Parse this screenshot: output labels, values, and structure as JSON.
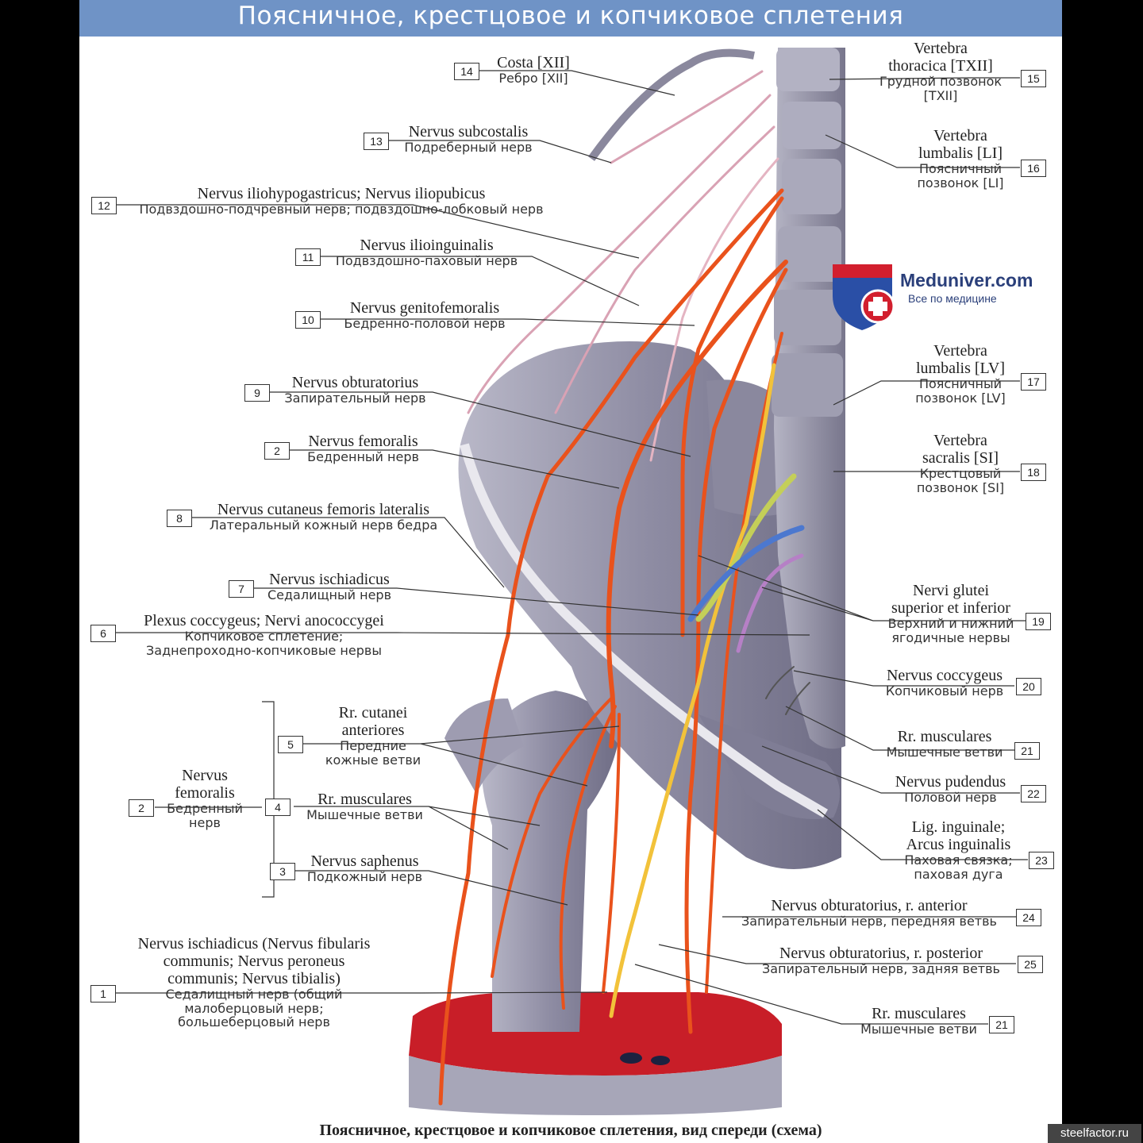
{
  "title": "Поясничное, крестцовое и копчиковое сплетения",
  "caption": "Поясничное, крестцовое и копчиковое сплетения, вид спереди (схема)",
  "watermark": "steelfactor.ru",
  "logo": {
    "name": "Meduniver.com",
    "tagline": "Все по медицине"
  },
  "colors": {
    "nerve": "#e9521c",
    "bone": "#9a98ad",
    "muscle": "#c81e28",
    "header": "#6f93c6"
  },
  "labels": {
    "l14": {
      "num": "14",
      "lat": "Costa [XII]",
      "rus": "Ребро [XII]"
    },
    "l13": {
      "num": "13",
      "lat": "Nervus subcostalis",
      "rus": "Подреберный нерв"
    },
    "l12": {
      "num": "12",
      "lat": "Nervus iliohypogastricus; Nervus iliopubicus",
      "rus": "Подвздошно-подчревный нерв; подвздошно-лобковый нерв"
    },
    "l11": {
      "num": "11",
      "lat": "Nervus ilioinguinalis",
      "rus": "Подвздошно-паховый нерв"
    },
    "l10": {
      "num": "10",
      "lat": "Nervus genitofemoralis",
      "rus": "Бедренно-половой нерв"
    },
    "l9": {
      "num": "9",
      "lat": "Nervus obturatorius",
      "rus": "Запирательный нерв"
    },
    "l2a": {
      "num": "2",
      "lat": "Nervus femoralis",
      "rus": "Бедренный нерв"
    },
    "l8": {
      "num": "8",
      "lat": "Nervus cutaneus femoris lateralis",
      "rus": "Латеральный кожный нерв бедра"
    },
    "l7": {
      "num": "7",
      "lat": "Nervus ischiadicus",
      "rus": "Седалищный нерв"
    },
    "l6": {
      "num": "6",
      "lat": "Plexus coccygeus; Nervi anococcygei",
      "rus1": "Копчиковое сплетение;",
      "rus2": "Заднепроходно-копчиковые нервы"
    },
    "l5": {
      "num": "5",
      "lat1": "Rr. cutanei",
      "lat2": "anteriores",
      "rus1": "Передние",
      "rus2": "кожные ветви"
    },
    "l2b": {
      "num": "2",
      "lat1": "Nervus",
      "lat2": "femoralis",
      "rus1": "Бедренный",
      "rus2": "нерв"
    },
    "l4": {
      "num": "4",
      "lat": "Rr. musculares",
      "rus": "Мышечные ветви"
    },
    "l3": {
      "num": "3",
      "lat": "Nervus saphenus",
      "rus": "Подкожный нерв"
    },
    "l1": {
      "num": "1",
      "lat1": "Nervus ischiadicus (Nervus fibularis",
      "lat2": "communis; Nervus peroneus",
      "lat3": "communis; Nervus tibialis)",
      "rus1": "Седалищный нерв (общий",
      "rus2": "малоберцовый нерв;",
      "rus3": "большеберцовый нерв"
    },
    "l15": {
      "num": "15",
      "lat1": "Vertebra",
      "lat2": "thoracica [TXII]",
      "rus1": "Грудной позвонок",
      "rus2": "[TXII]"
    },
    "l16": {
      "num": "16",
      "lat1": "Vertebra",
      "lat2": "lumbalis [LI]",
      "rus1": "Поясничный",
      "rus2": "позвонок [LI]"
    },
    "l17": {
      "num": "17",
      "lat1": "Vertebra",
      "lat2": "lumbalis [LV]",
      "rus1": "Поясничный",
      "rus2": "позвонок [LV]"
    },
    "l18": {
      "num": "18",
      "lat1": "Vertebra",
      "lat2": "sacralis [SI]",
      "rus1": "Крестцовый",
      "rus2": "позвонок [SI]"
    },
    "l19": {
      "num": "19",
      "lat1": "Nervi glutei",
      "lat2": "superior et inferior",
      "rus1": "Верхний и нижний",
      "rus2": "ягодичные нервы"
    },
    "l20": {
      "num": "20",
      "lat": "Nervus coccygeus",
      "rus": "Копчиковый нерв"
    },
    "l21a": {
      "num": "21",
      "lat": "Rr. musculares",
      "rus": "Мышечные ветви"
    },
    "l22": {
      "num": "22",
      "lat": "Nervus pudendus",
      "rus": "Половой нерв"
    },
    "l23": {
      "num": "23",
      "lat1": "Lig. inguinale;",
      "lat2": "Arcus inguinalis",
      "rus1": "Паховая связка;",
      "rus2": "паховая дуга"
    },
    "l24": {
      "num": "24",
      "lat": "Nervus obturatorius, r. anterior",
      "rus": "Запирательный нерв, передняя ветвь"
    },
    "l25": {
      "num": "25",
      "lat": "Nervus obturatorius, r. posterior",
      "rus": "Запирательный нерв, задняя ветвь"
    },
    "l21b": {
      "num": "21",
      "lat": "Rr. musculares",
      "rus": "Мышечные ветви"
    }
  }
}
